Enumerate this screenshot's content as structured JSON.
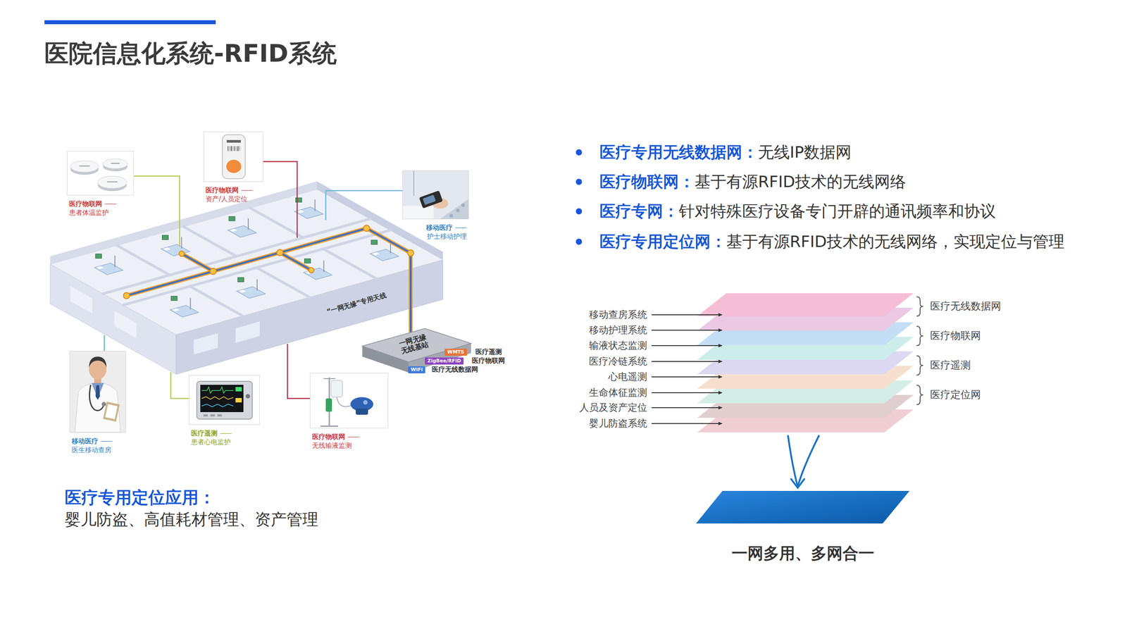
{
  "diagram": {
    "title": "医院信息化系统-RFID系统",
    "caption": "一网多用、多网合一",
    "nodes": [
      {
        "text": [
          "医疗物联网",
          "患者体温监护"
        ]
      },
      {
        "text": [
          "医疗物联网",
          "资产/人员定位"
        ]
      },
      {
        "text": [
          "移动医疗",
          "护士移动护理"
        ]
      },
      {
        "text": [
          "移动医疗",
          "医生移动查房"
        ]
      },
      {
        "text": [
          "医疗遥测",
          "患者心电监护"
        ]
      },
      {
        "text": [
          "医疗物联网",
          "无线输液监测"
        ]
      },
      {
        "text": [
          "一网无缘 无线基站"
        ]
      },
      {
        "text": [
          "WiFi"
        ],
        "in": 6
      },
      {
        "text": [
          "ZigBee/RFID"
        ],
        "in": 6
      },
      {
        "text": [
          "WMTS"
        ],
        "in": 6
      }
    ],
    "labels": [
      "“一网无缘”专用天线",
      "医疗遥测",
      "医疗物联网",
      "医疗无线数据网",
      "医疗专用定位应用：",
      "婴儿防盗、高值耗材管理、资产管理",
      "医疗专用无线数据网：",
      "无线IP数据网",
      "医疗物联网：",
      "基于有源RFID技术的无线网络",
      "医疗专网：",
      "针对特殊医疗设备专门开辟的通讯频率和协议",
      "医疗专用定位网：",
      "基于有源RFID技术的无线网络，实现定位与管理",
      "移动查房系统",
      "移动护理系统",
      "输液状态监测",
      "医疗冷链系统",
      "心电遥测",
      "生命体征监测",
      "人员及资产定位",
      "婴儿防盗系统",
      "医疗无线数据网",
      "医疗物联网",
      "医疗遥测",
      "医疗定位网"
    ]
  }
}
